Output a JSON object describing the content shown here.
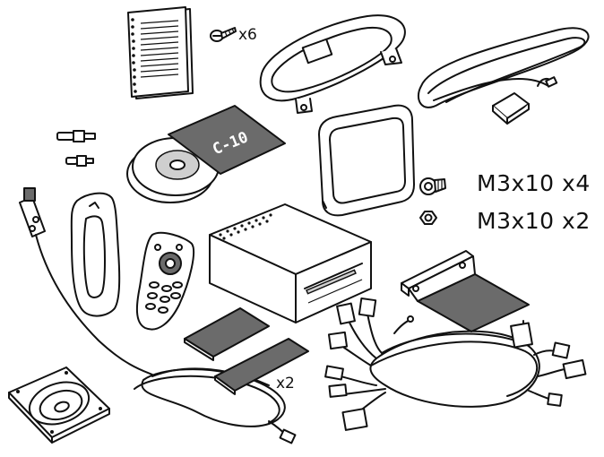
{
  "labels": {
    "screws_count": "x6",
    "bolt_spec": "M3x10 x4",
    "nut_spec": "M3x10 x2",
    "pads_count": "x2"
  },
  "cd_sleeve_text": "C-10",
  "items": [
    "manual-booklet-icon",
    "screw-icon",
    "roof-mount-bracket-icon",
    "gps-antenna-icon",
    "standoff-spacers-icon",
    "cd-discs-icon",
    "monitor-screen-icon",
    "bolt-icon",
    "nut-icon",
    "ir-sensor-icon",
    "remote-holder-icon",
    "remote-control-icon",
    "dvd-player-unit-icon",
    "adhesive-pad-square-icon",
    "adhesive-pad-strip-icon",
    "mounting-plate-icon",
    "wiring-harness-icon",
    "speaker-icon",
    "speaker-cable-icon"
  ]
}
